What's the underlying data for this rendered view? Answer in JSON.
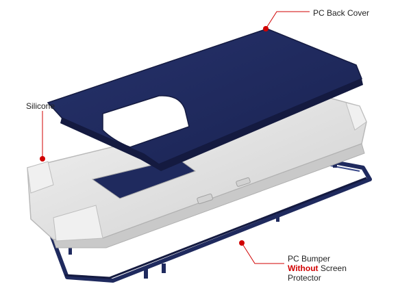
{
  "labels": {
    "back_cover": "PC Back Cover",
    "silicone": "Silicone",
    "bumper_line1": "PC Bumper",
    "bumper_emphasis": "Without",
    "bumper_rest": " Screen",
    "bumper_line3": "Protector"
  },
  "colors": {
    "accent": "#d00000",
    "navy": "#1f2a5e",
    "silicone": "#e3e3e3",
    "leader_line": "#d00000"
  }
}
